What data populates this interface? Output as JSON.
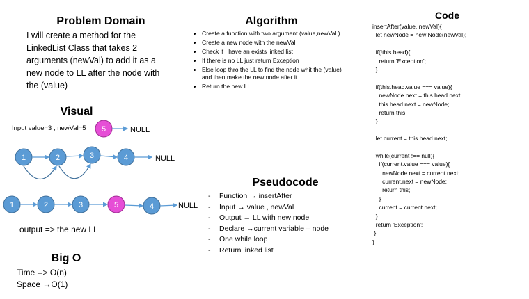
{
  "problem_domain": {
    "heading": "Problem Domain",
    "lines": [
      "I will create a method for the",
      "LinkedList Class  that takes 2",
      "arguments (newVal) to add it as a",
      "new node to LL after the node with",
      "the (value)"
    ]
  },
  "algorithm": {
    "heading": "Algorithm",
    "items": [
      "Create a function with two argument (value,newVal )",
      "Create a new node with the newVal",
      "Check if I have an exists linked list",
      "If there is no LL just return Exception",
      "Else loop thro the LL to find the node whit the (value) and then make the new node after it",
      "Return the new LL"
    ]
  },
  "code": {
    "heading": "Code",
    "lines": [
      "insertAfter(value, newVal){",
      "  let newNode = new Node(newVal);",
      "",
      "  if(!this.head){",
      "    return 'Exception';",
      "  }",
      "",
      "  if(this.head.value === value){",
      "    newNode.next = this.head.next;",
      "    this.head.next = newNode;",
      "    return this;",
      "  }",
      "",
      "  let current = this.head.next;",
      "",
      "  while(current !== null){",
      "    if(current.value === value){",
      "      newNode.next = current.next;",
      "      current.next = newNode;",
      "      return this;",
      "    }",
      "    current = current.next;",
      "  }",
      "  return 'Exception';",
      " }",
      "}"
    ]
  },
  "visual": {
    "heading": "Visual",
    "input_label": "Input value=3 , newVal=5",
    "new_node": "5",
    "null_label": "NULL",
    "before_nodes": [
      "1",
      "2",
      "3",
      "4"
    ],
    "after_nodes": [
      "1",
      "2",
      "3",
      "5",
      "4"
    ],
    "output_label": "output => the new LL",
    "colors": {
      "node_blue": "#5b9bd5",
      "node_pink": "#e64ed6",
      "arrow": "#5b9bd5"
    }
  },
  "pseudocode": {
    "heading": "Pseudocode",
    "items": [
      "Function → insertAfter",
      "Input → value , newVal",
      "Output → LL with new node",
      "Declare →current variable – node",
      "One while loop",
      "Return linked list"
    ]
  },
  "big_o": {
    "heading": "Big O",
    "time": "Time --> O(n)",
    "space": "Space →O(1)"
  }
}
